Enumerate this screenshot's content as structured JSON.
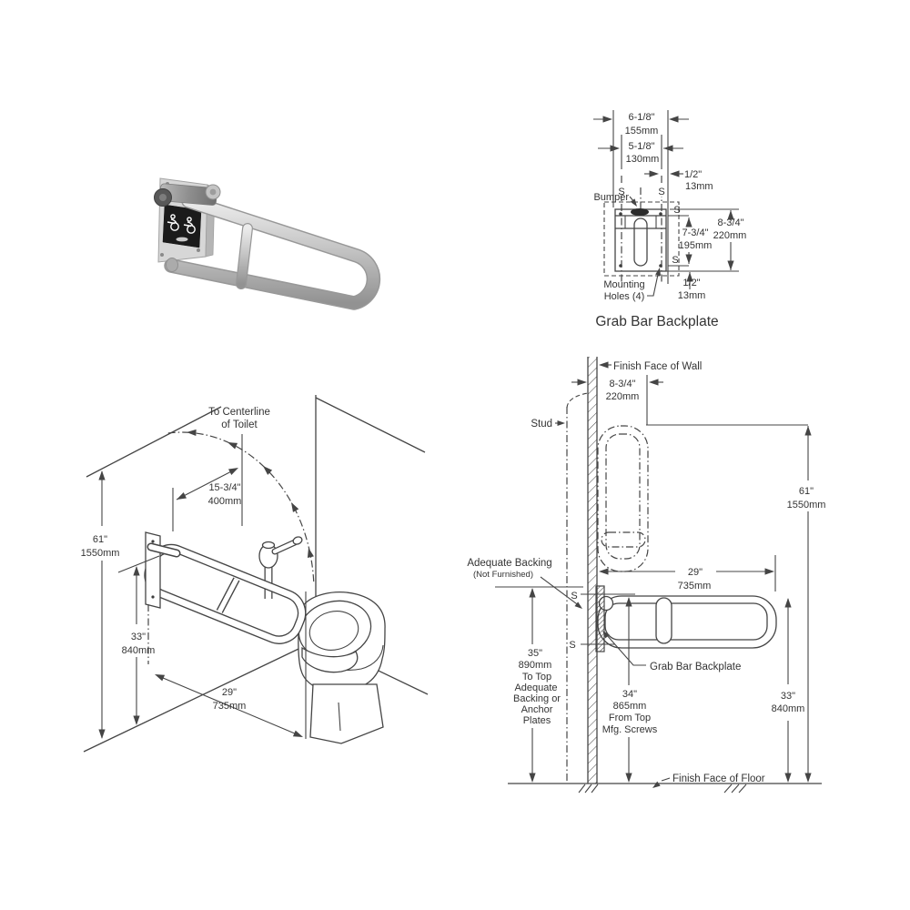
{
  "colors": {
    "line": "#454545",
    "text": "#333333",
    "steel_light": "#e9e9e9",
    "steel_mid": "#c0c0c0",
    "steel_dark": "#8d8d8d",
    "label_panel": "#1b1b1b"
  },
  "backplate": {
    "title": "Grab Bar Backplate",
    "bumper_label": "Bumper",
    "mounting_label_1": "Mounting",
    "mounting_label_2": "Holes (4)",
    "s": "S",
    "dim_width_in": "6-1/8\"",
    "dim_width_mm": "155mm",
    "dim_screw_width_in": "5-1/8\"",
    "dim_screw_width_mm": "130mm",
    "dim_side_offset_in": "1/2\"",
    "dim_side_offset_mm": "13mm",
    "dim_screw_height_in": "7-3/4\"",
    "dim_screw_height_mm": "195mm",
    "dim_height_in": "8-3/4\"",
    "dim_height_mm": "220mm",
    "dim_bottom_offset_in": "1/2\"",
    "dim_bottom_offset_mm": "13mm"
  },
  "toilet_view": {
    "centerline_label_1": "To Centerline",
    "centerline_label_2": "of Toilet",
    "dim_offset_in": "15-3/4\"",
    "dim_offset_mm": "400mm",
    "dim_swing_height_in": "61\"",
    "dim_swing_height_mm": "1550mm",
    "dim_bar_height_in": "33\"",
    "dim_bar_height_mm": "840mm",
    "dim_length_in": "29\"",
    "dim_length_mm": "735mm"
  },
  "side_view": {
    "wall_label": "Finish Face of Wall",
    "stud_label": "Stud",
    "backing_label_1": "Adequate Backing",
    "backing_label_2": "(Not Furnished)",
    "backplate_label": "Grab Bar Backplate",
    "floor_label": "Finish Face of Floor",
    "s": "S",
    "dim_depth_in": "8-3/4\"",
    "dim_depth_mm": "220mm",
    "dim_length_in": "29\"",
    "dim_length_mm": "735mm",
    "dim_swing_height_in": "61\"",
    "dim_swing_height_mm": "1550mm",
    "dim_backing_in": "35\"",
    "dim_backing_mm": "890mm",
    "backing_note_1": "To Top",
    "backing_note_2": "Adequate",
    "backing_note_3": "Backing or",
    "backing_note_4": "Anchor",
    "backing_note_5": "Plates",
    "dim_screws_in": "34\"",
    "dim_screws_mm": "865mm",
    "screws_note_1": "From Top",
    "screws_note_2": "Mfg. Screws",
    "dim_bar_height_in": "33\"",
    "dim_bar_height_mm": "840mm"
  }
}
